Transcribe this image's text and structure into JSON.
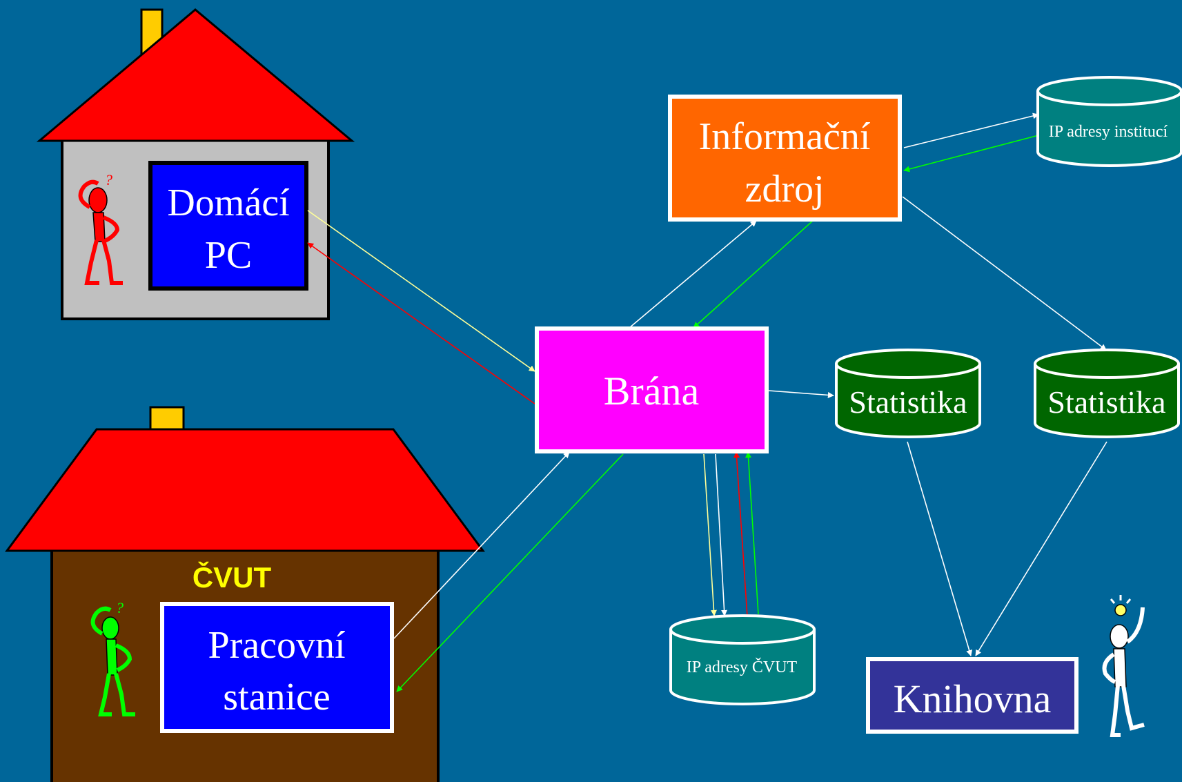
{
  "colors": {
    "background": "#006699",
    "roof": "#ff0000",
    "chimney": "#ffcc00",
    "home_wall": "#c0c0c0",
    "cvut_wall": "#663300",
    "pc_box": "#0000ff",
    "info_box": "#ff6600",
    "gateway_box": "#ff00ff",
    "ip_db": "#008080",
    "stat_db": "#006600",
    "library_box": "#333399",
    "arrow_white": "#ffffff",
    "arrow_yellow": "#ffff99",
    "arrow_red": "#ff0000",
    "arrow_green": "#00ff00",
    "cvut_label": "#ffff00"
  },
  "home": {
    "pc_line1": "Domácí",
    "pc_line2": "PC",
    "figure": "confused-person-red-icon"
  },
  "cvut": {
    "label": "ČVUT",
    "pc_line1": "Pracovní",
    "pc_line2": "stanice",
    "figure": "confused-person-green-icon"
  },
  "nodes": {
    "info_line1": "Informační",
    "info_line2": "zdroj",
    "ip_institutions": "IP adresy institucí",
    "gateway": "Brána",
    "stats_left": "Statistika",
    "stats_right": "Statistika",
    "ip_cvut": "IP adresy ČVUT",
    "library": "Knihovna",
    "library_figure": "idea-person-white-icon"
  }
}
